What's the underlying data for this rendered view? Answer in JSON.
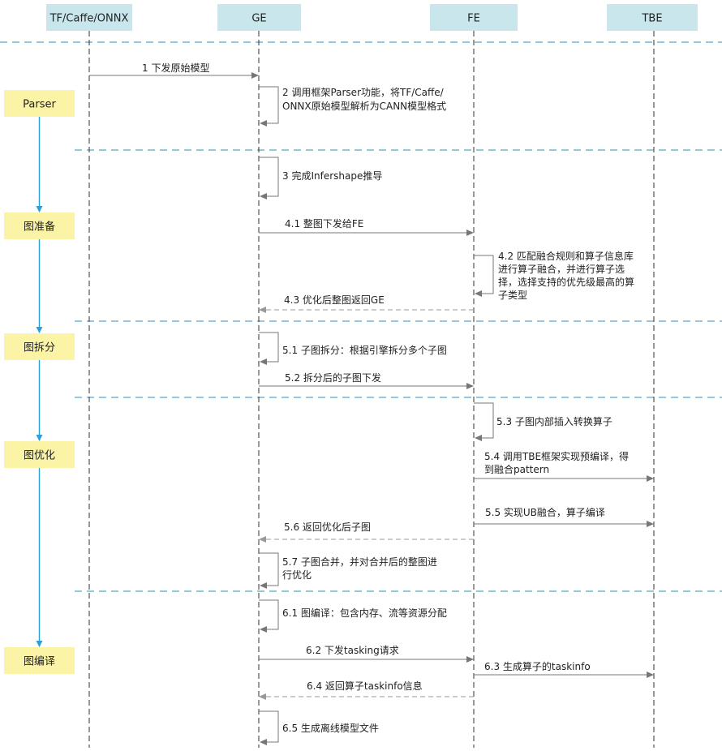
{
  "colors": {
    "header_fill": "#c9e6ec",
    "stage_fill": "#fbf3a6",
    "separator": "#2a8fc0",
    "stage_arrow": "#2a9fd8",
    "arrow_solid": "#777777",
    "arrow_dashed": "#999999",
    "lifeline": "#333333"
  },
  "participants": [
    {
      "id": "tf",
      "label": "TF/Caffe/ONNX"
    },
    {
      "id": "ge",
      "label": "GE"
    },
    {
      "id": "fe",
      "label": "FE"
    },
    {
      "id": "tbe",
      "label": "TBE"
    }
  ],
  "stages": [
    {
      "label": "Parser"
    },
    {
      "label": "图准备"
    },
    {
      "label": "图拆分"
    },
    {
      "label": "图优化"
    },
    {
      "label": "图编译"
    }
  ],
  "messages": [
    {
      "kind": "arrow",
      "from": "tf",
      "to": "ge",
      "style": "solid",
      "lines": [
        "1 下发原始模型"
      ]
    },
    {
      "kind": "self",
      "at": "ge",
      "lines": [
        "2 调用框架Parser功能，将TF/Caffe/",
        "ONNX原始模型解析为CANN模型格式"
      ]
    },
    {
      "kind": "self",
      "at": "ge",
      "lines": [
        "3 完成Infershape推导"
      ]
    },
    {
      "kind": "arrow",
      "from": "ge",
      "to": "fe",
      "style": "solid",
      "lines": [
        "4.1 整图下发给FE"
      ]
    },
    {
      "kind": "self",
      "at": "fe",
      "lines": [
        "4.2 匹配融合规则和算子信息库",
        "进行算子融合，并进行算子选",
        "择，选择支持的优先级最高的算",
        "子类型"
      ]
    },
    {
      "kind": "arrow",
      "from": "fe",
      "to": "ge",
      "style": "dashed",
      "lines": [
        "4.3 优化后整图返回GE"
      ]
    },
    {
      "kind": "self",
      "at": "ge",
      "lines": [
        "5.1 子图拆分：根据引擎拆分多个子图"
      ]
    },
    {
      "kind": "arrow",
      "from": "ge",
      "to": "fe",
      "style": "solid",
      "lines": [
        "5.2 拆分后的子图下发"
      ]
    },
    {
      "kind": "self",
      "at": "fe",
      "lines": [
        "5.3 子图内部插入转换算子"
      ]
    },
    {
      "kind": "arrow",
      "from": "fe",
      "to": "tbe",
      "style": "solid",
      "lines": [
        "5.4 调用TBE框架实现预编译，得",
        "到融合pattern"
      ]
    },
    {
      "kind": "arrow",
      "from": "fe",
      "to": "tbe",
      "style": "solid",
      "lines": [
        "5.5 实现UB融合，算子编译"
      ]
    },
    {
      "kind": "arrow",
      "from": "fe",
      "to": "ge",
      "style": "dashed",
      "lines": [
        "5.6 返回优化后子图"
      ]
    },
    {
      "kind": "self",
      "at": "ge",
      "lines": [
        "5.7 子图合并，并对合并后的整图进",
        "行优化"
      ]
    },
    {
      "kind": "self",
      "at": "ge",
      "lines": [
        "6.1 图编译：包含内存、流等资源分配"
      ]
    },
    {
      "kind": "arrow",
      "from": "ge",
      "to": "fe",
      "style": "solid",
      "lines": [
        "6.2 下发tasking请求"
      ]
    },
    {
      "kind": "arrow",
      "from": "fe",
      "to": "tbe",
      "style": "solid",
      "lines": [
        "6.3 生成算子的taskinfo"
      ]
    },
    {
      "kind": "arrow",
      "from": "fe",
      "to": "ge",
      "style": "dashed",
      "lines": [
        "6.4 返回算子taskinfo信息"
      ]
    },
    {
      "kind": "self",
      "at": "ge",
      "lines": [
        "6.5 生成离线模型文件"
      ]
    }
  ]
}
